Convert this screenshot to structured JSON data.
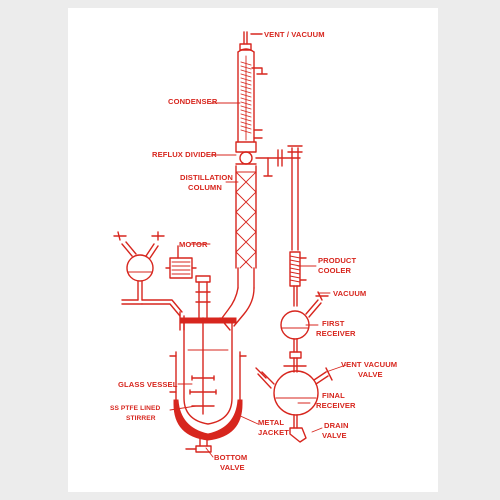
{
  "colors": {
    "drawing": "#d7261e",
    "background": "#ffffff",
    "frame": "#ececec"
  },
  "labels": {
    "vent_vacuum_top": "VENT / VACUUM",
    "condenser": "CONDENSER",
    "reflux_divider": "REFLUX DIVIDER",
    "distillation_column_1": "DISTILLATION",
    "distillation_column_2": "COLUMN",
    "motor": "MOTOR",
    "product_cooler_1": "PRODUCT",
    "product_cooler_2": "COOLER",
    "vacuum": "VACUUM",
    "first_receiver_1": "FIRST",
    "first_receiver_2": "RECEIVER",
    "vent_vacuum_valve_1": "VENT VACUUM",
    "vent_vacuum_valve_2": "VALVE",
    "glass_vessel": "GLASS VESSEL",
    "ss_ptfe_1": "SS PTFE LINED",
    "ss_ptfe_2": "STIRRER",
    "final_receiver_1": "FINAL",
    "final_receiver_2": "RECEIVER",
    "metal_jacket_1": "METAL",
    "metal_jacket_2": "JACKET",
    "drain_valve_1": "DRAIN",
    "drain_valve_2": "VALVE",
    "bottom_valve_1": "BOTTOM",
    "bottom_valve_2": "VALVE"
  }
}
